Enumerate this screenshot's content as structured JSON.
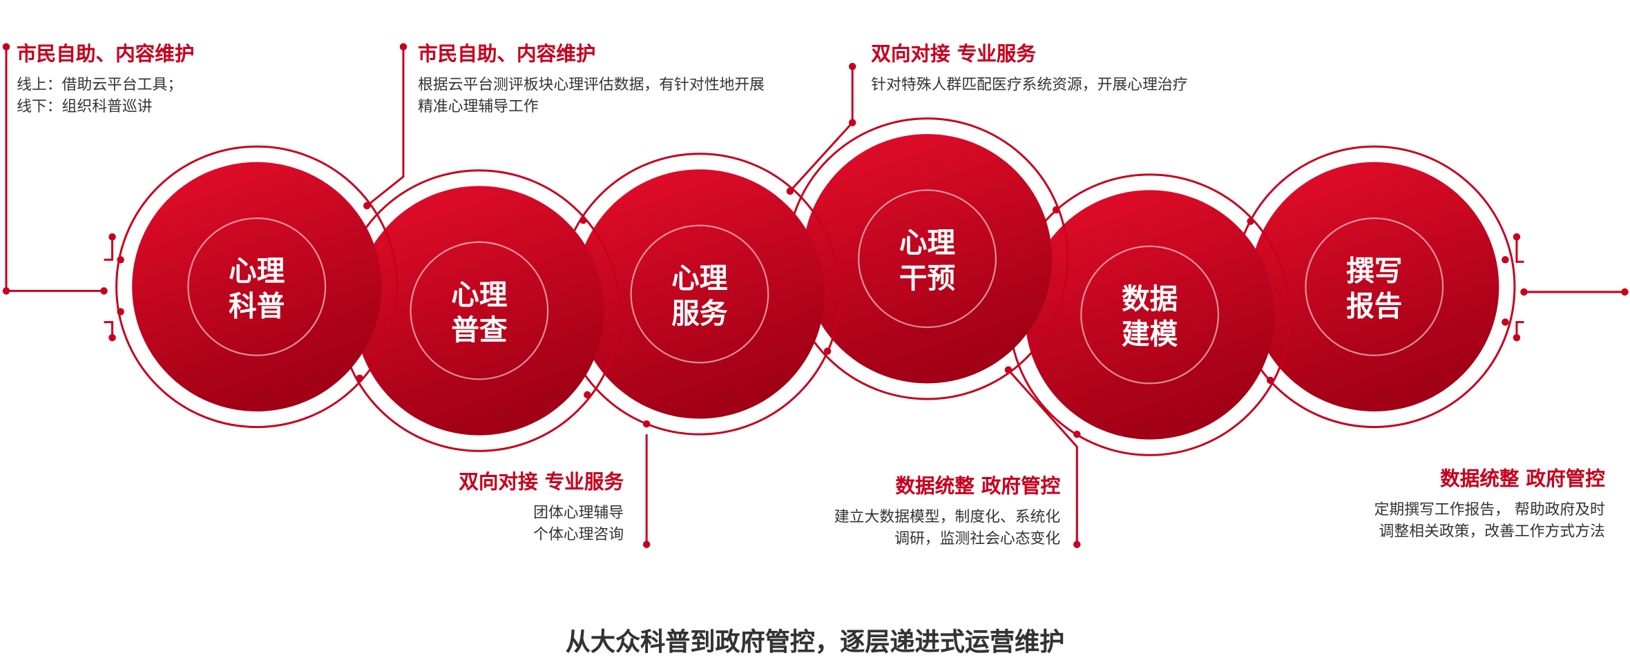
{
  "diagram": {
    "accent_color": "#c8001e",
    "accent_dark": "#a80018",
    "steps": [
      {
        "label_line1": "心理",
        "label_line2": "科普"
      },
      {
        "label_line1": "心理",
        "label_line2": "普查"
      },
      {
        "label_line1": "心理",
        "label_line2": "服务"
      },
      {
        "label_line1": "心理",
        "label_line2": "干预"
      },
      {
        "label_line1": "数据",
        "label_line2": "建模"
      },
      {
        "label_line1": "撰写",
        "label_line2": "报告"
      }
    ],
    "callouts": [
      {
        "title": "市民自助、内容维护",
        "lines": [
          "线上：借助云平台工具；",
          "线下：组织科普巡讲"
        ]
      },
      {
        "title": "市民自助、内容维护",
        "lines": [
          "根据云平台测评板块心理评估数据，有针对性地开展",
          "精准心理辅导工作"
        ]
      },
      {
        "title": "双向对接  专业服务",
        "lines": [
          "团体心理辅导",
          "个体心理咨询"
        ]
      },
      {
        "title": "双向对接  专业服务",
        "lines": [
          "针对特殊人群匹配医疗系统资源，开展心理治疗"
        ]
      },
      {
        "title": "数据统整  政府管控",
        "lines": [
          "建立大数据模型，制度化、系统化",
          "调研，监测社会心态变化"
        ]
      },
      {
        "title": "数据统整  政府管控",
        "lines": [
          "定期撰写工作报告，  帮助政府及时",
          "调整相关政策，改善工作方式方法"
        ]
      }
    ]
  },
  "footer": {
    "text": "从大众科普到政府管控，逐层递进式运营维护"
  }
}
